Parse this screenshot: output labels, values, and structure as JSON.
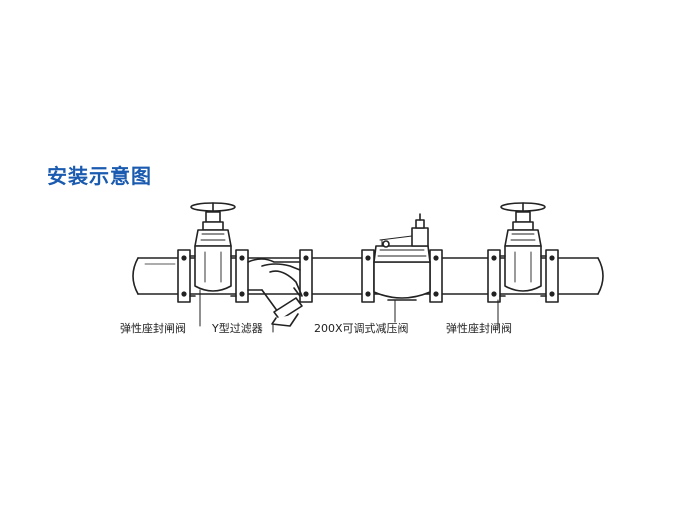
{
  "title": "安装示意图",
  "labels": {
    "gate_valve_left": "弹性座封闸阀",
    "y_strainer": "Y型过滤器",
    "pressure_reducing_valve": "200X可调式减压阀",
    "gate_valve_right": "弹性座封闸阀"
  },
  "colors": {
    "title": "#1a5bb0",
    "line": "#222222"
  }
}
